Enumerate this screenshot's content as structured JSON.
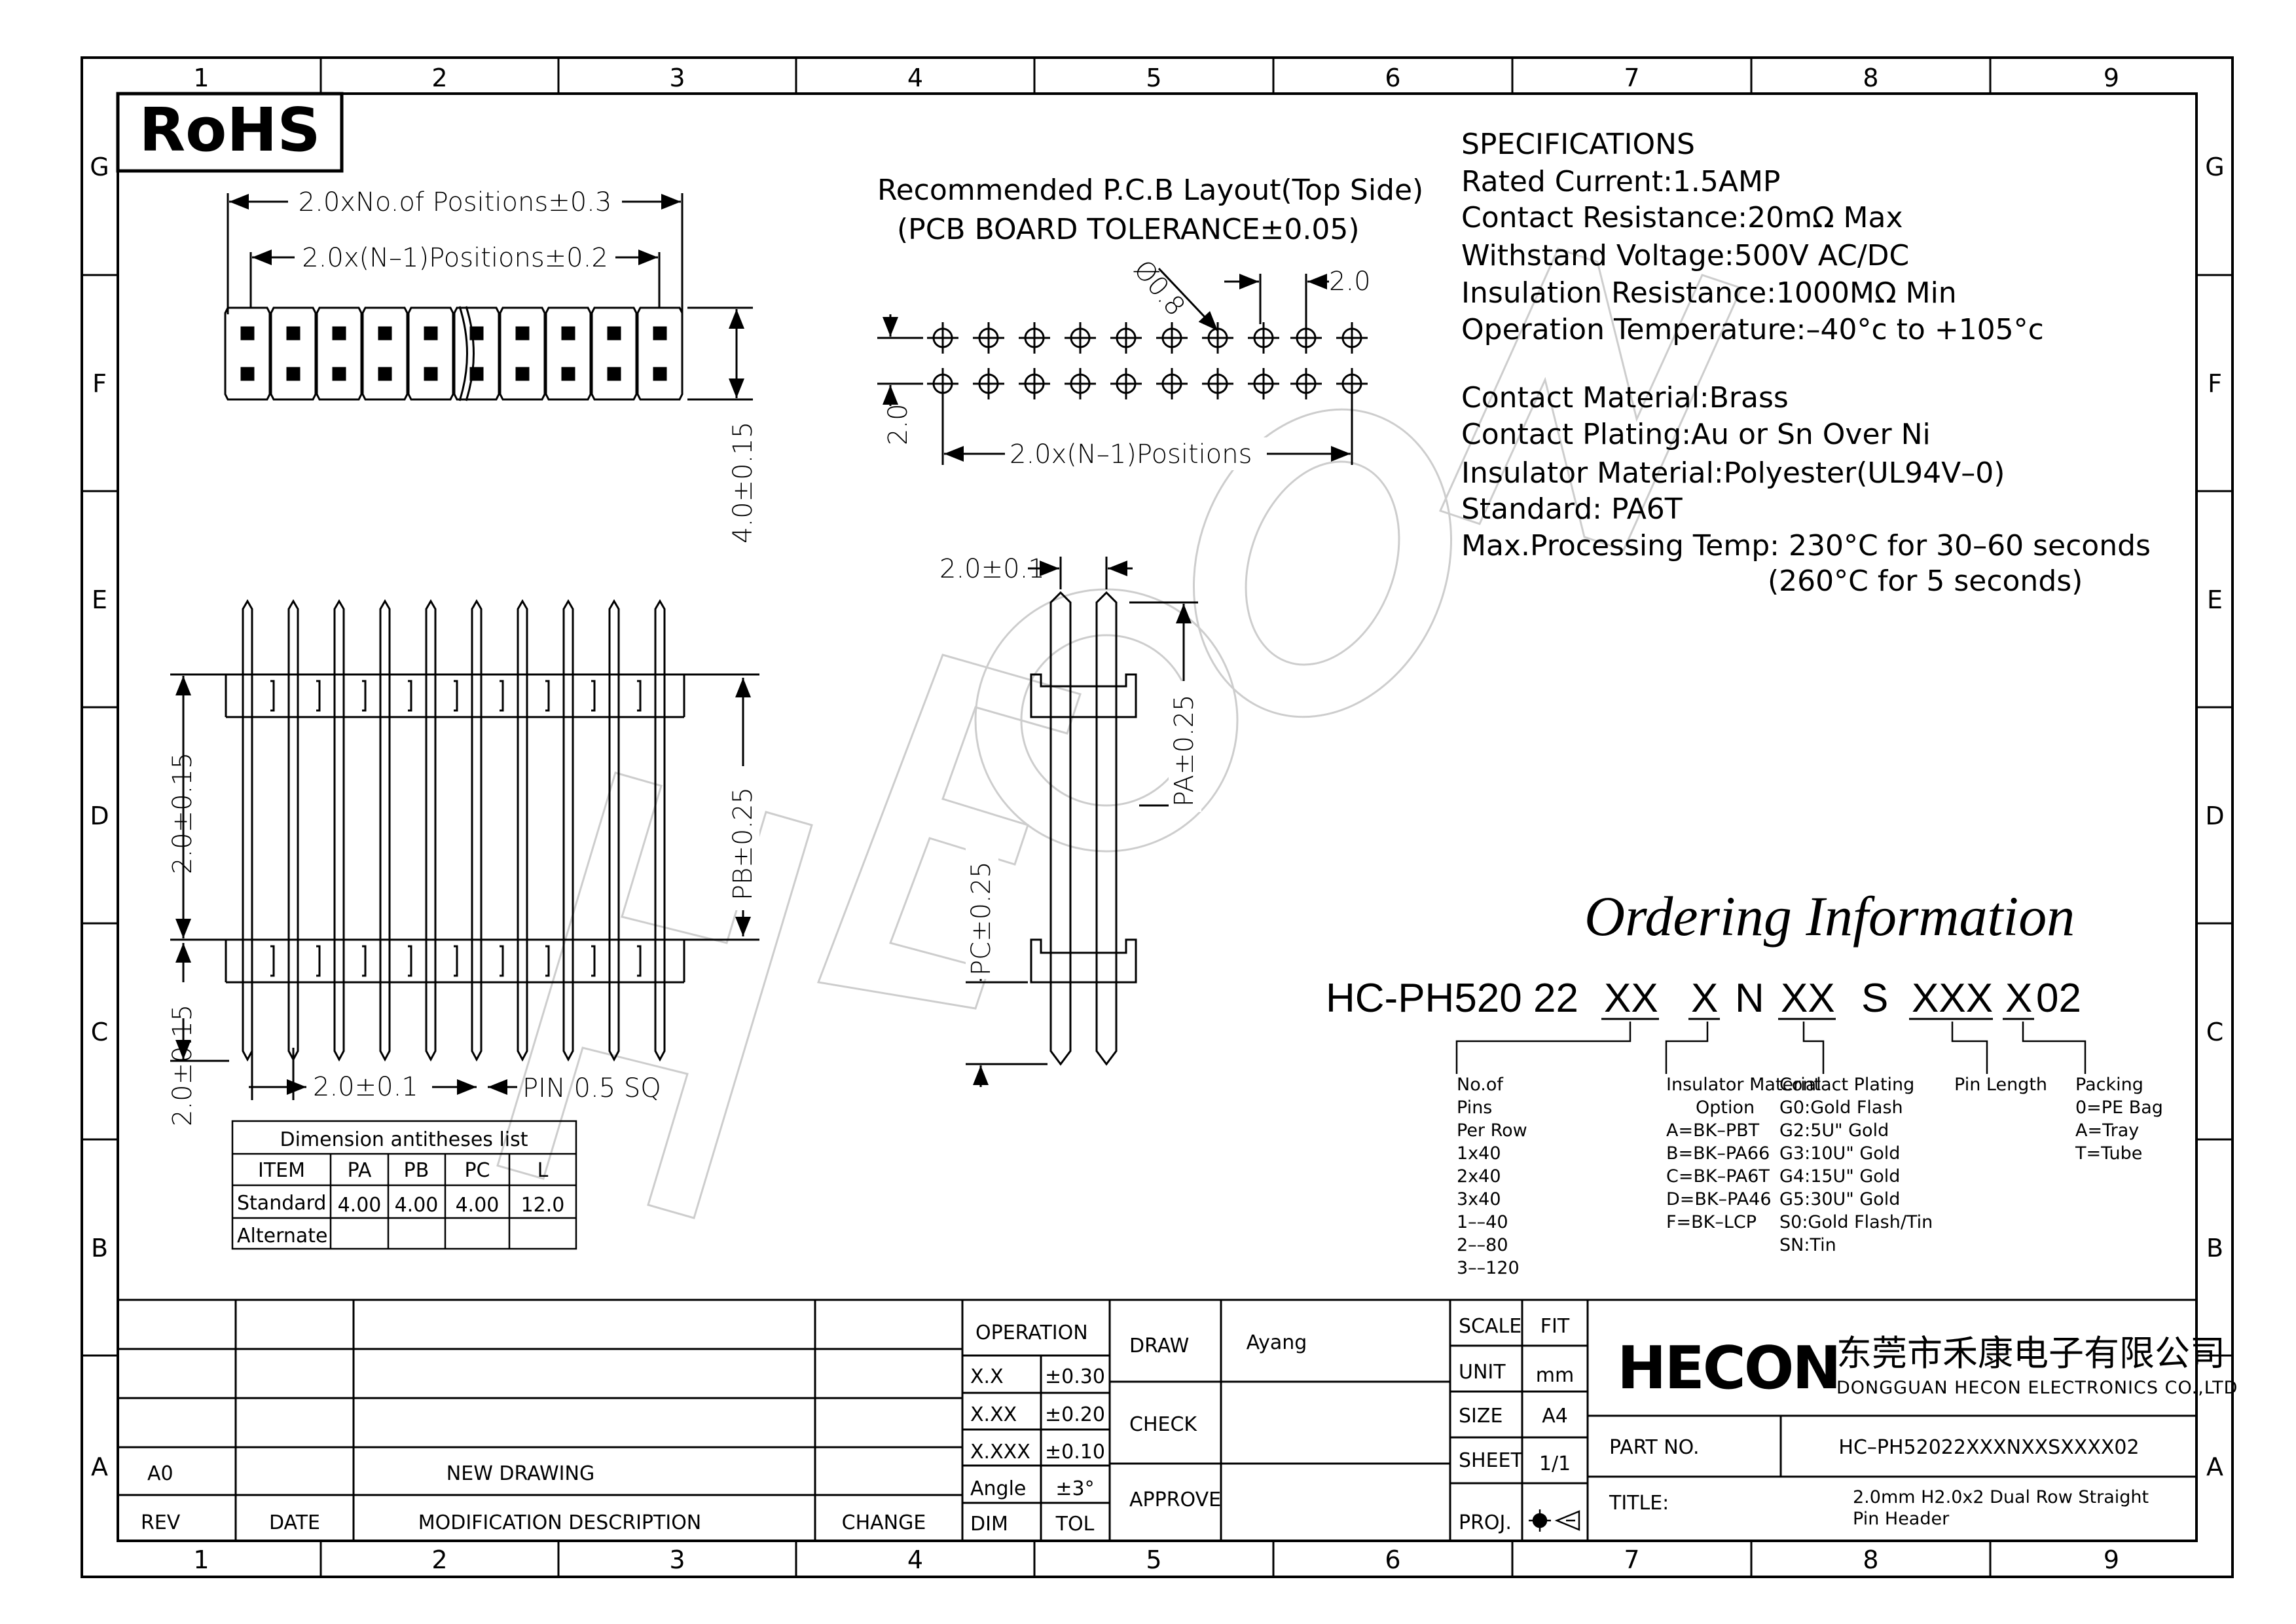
{
  "border": {
    "columns": [
      "1",
      "2",
      "3",
      "4",
      "5",
      "6",
      "7",
      "8",
      "9"
    ],
    "rows": [
      "G",
      "F",
      "E",
      "D",
      "C",
      "B",
      "A"
    ]
  },
  "rohs": "RoHS",
  "dims": {
    "top_total": "2.0xNo.of  Positions±0.3",
    "top_pitch": "2.0x(N–1)Positions±0.2",
    "height": "4.0±0.15",
    "left_upper": "2.0±0.15",
    "left_lower": "2.0±0.15",
    "pitch": "2.0±0.1",
    "pin": "PIN  0.5  SQ",
    "pb": "PB±0.25",
    "side_pitch": "2.0±0.1",
    "pa": "PA±0.25",
    "pc": "PC±0.25"
  },
  "pcb": {
    "title_1": "Recommended  P.C.B  Layout(Top  Side)",
    "title_2": "(PCB  BOARD  TOLERANCE±0.05)",
    "hole": "Ø0.8",
    "pitch_h": "2.0",
    "pitch_v": "2.0",
    "span": "2.0x(N–1)Positions"
  },
  "specs": [
    "SPECIFICATIONS",
    "Rated  Current:1.5AMP",
    "Contact  Resistance:20mΩ  Max",
    "Withstand  Voltage:500V  AC/DC",
    "Insulation  Resistance:1000MΩ  Min",
    "Operation  Temperature:–40°c  to  +105°c",
    "Contact  Material:Brass",
    "Contact  Plating:Au  or  Sn  Over  Ni",
    "Insulator  Material:Polyester(UL94V–0)",
    "Standard:    PA6T",
    "Max.Processing  Temp:  230°C  for  30–60  seconds",
    "(260°C  for  5  seconds)"
  ],
  "dimension_table": {
    "title": "Dimension  antitheses  list",
    "headers": [
      "ITEM",
      "PA",
      "PB",
      "PC",
      "L"
    ],
    "rows": [
      [
        "Standard",
        "4.00",
        "4.00",
        "4.00",
        "12.0"
      ],
      [
        "Alternate",
        "",
        "",
        "",
        ""
      ]
    ]
  },
  "ordering": {
    "title": "Ordering Information",
    "code_prefix": "HC-PH520 22",
    "code_parts": [
      "XX",
      "X",
      "N",
      "XX",
      "S",
      "XXX",
      "X",
      "02"
    ],
    "groups": [
      {
        "lines": [
          "No.of",
          "Pins",
          "Per Row",
          "1x40",
          "2x40",
          "3x40",
          "1––40",
          "2––80",
          "3––120"
        ]
      },
      {
        "lines": [
          "Insulator  Material",
          "Option",
          "A=BK–PBT",
          "B=BK–PA66",
          "C=BK–PA6T",
          "D=BK–PA46",
          "F=BK–LCP"
        ]
      },
      {
        "lines": [
          "Contact  Plating",
          "G0:Gold  Flash",
          "G2:5U\"  Gold",
          "G3:10U\"  Gold",
          "G4:15U\"  Gold",
          "G5:30U\"  Gold",
          "S0:Gold  Flash/Tin",
          "SN:Tin"
        ]
      },
      {
        "lines": [
          "Pin  Length"
        ]
      },
      {
        "lines": [
          "Packing",
          "0=PE  Bag",
          "A=Tray",
          "T=Tube"
        ]
      }
    ]
  },
  "title_block": {
    "revision": {
      "rev": "A0",
      "description": "NEW  DRAWING"
    },
    "headers": {
      "rev": "REV",
      "date": "DATE",
      "desc": "MODIFICATION  DESCRIPTION",
      "change": "CHANGE"
    },
    "operation": "OPERATION",
    "tolerances": [
      [
        "X.X",
        "±0.30"
      ],
      [
        "X.XX",
        "±0.20"
      ],
      [
        "X.XXX",
        "±0.10"
      ],
      [
        "Angle",
        "±3°"
      ]
    ],
    "dim": "DIM",
    "tol": "TOL",
    "draw_label": "DRAW",
    "draw_value": "Ayang",
    "check_label": "CHECK",
    "approve_label": "APPROVE",
    "scale_label": "SCALE",
    "scale_value": "FIT",
    "unit_label": "UNIT",
    "unit_value": "mm",
    "size_label": "SIZE",
    "size_value": "A4",
    "sheet_label": "SHEET",
    "sheet_value": "1/1",
    "proj_label": "PROJ.",
    "logo": "HECON",
    "company_cn": "东莞市禾康电子有限公司",
    "company_en": "DONGGUAN  HECON  ELECTRONICS  CO.,LTD",
    "part_no_label": "PART  NO.",
    "part_no": "HC–PH52022XXXNXXSXXXX02",
    "title_label": "TITLE:",
    "title_1": "2.0mm  H2.0x2  Dual  Row  Straight",
    "title_2": "Pin  Header"
  }
}
